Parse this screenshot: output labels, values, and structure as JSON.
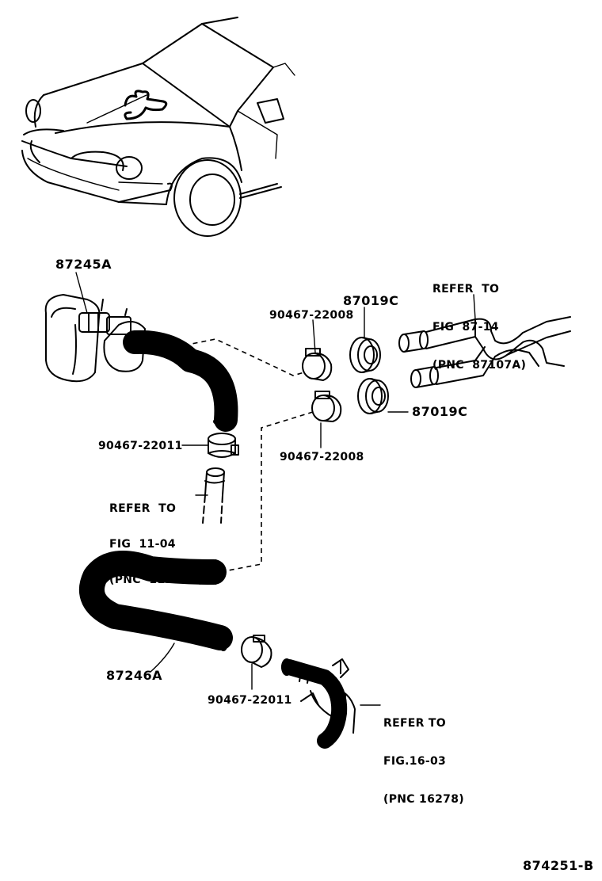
{
  "parts": {
    "hose_87245a": "87245A",
    "hose_87246a": "87246A",
    "grommet_upper": "87019C",
    "grommet_lower": "87019C",
    "clamp_upper_right": "90467-22008",
    "clamp_lower_right": "90467-22008",
    "clamp_mid_left": "90467-22011",
    "clamp_bottom": "90467-22011"
  },
  "refs": {
    "ref_87_14": [
      "REFER  TO",
      "FIG  87-14",
      "(PNC  87107A)"
    ],
    "ref_11_04": [
      "REFER  TO",
      "FIG  11-04",
      "(PNC  11101G)"
    ],
    "ref_16_03": [
      "REFER TO",
      "FIG.16-03",
      "(PNC 16278)"
    ]
  },
  "illustration_id": "874251-B"
}
